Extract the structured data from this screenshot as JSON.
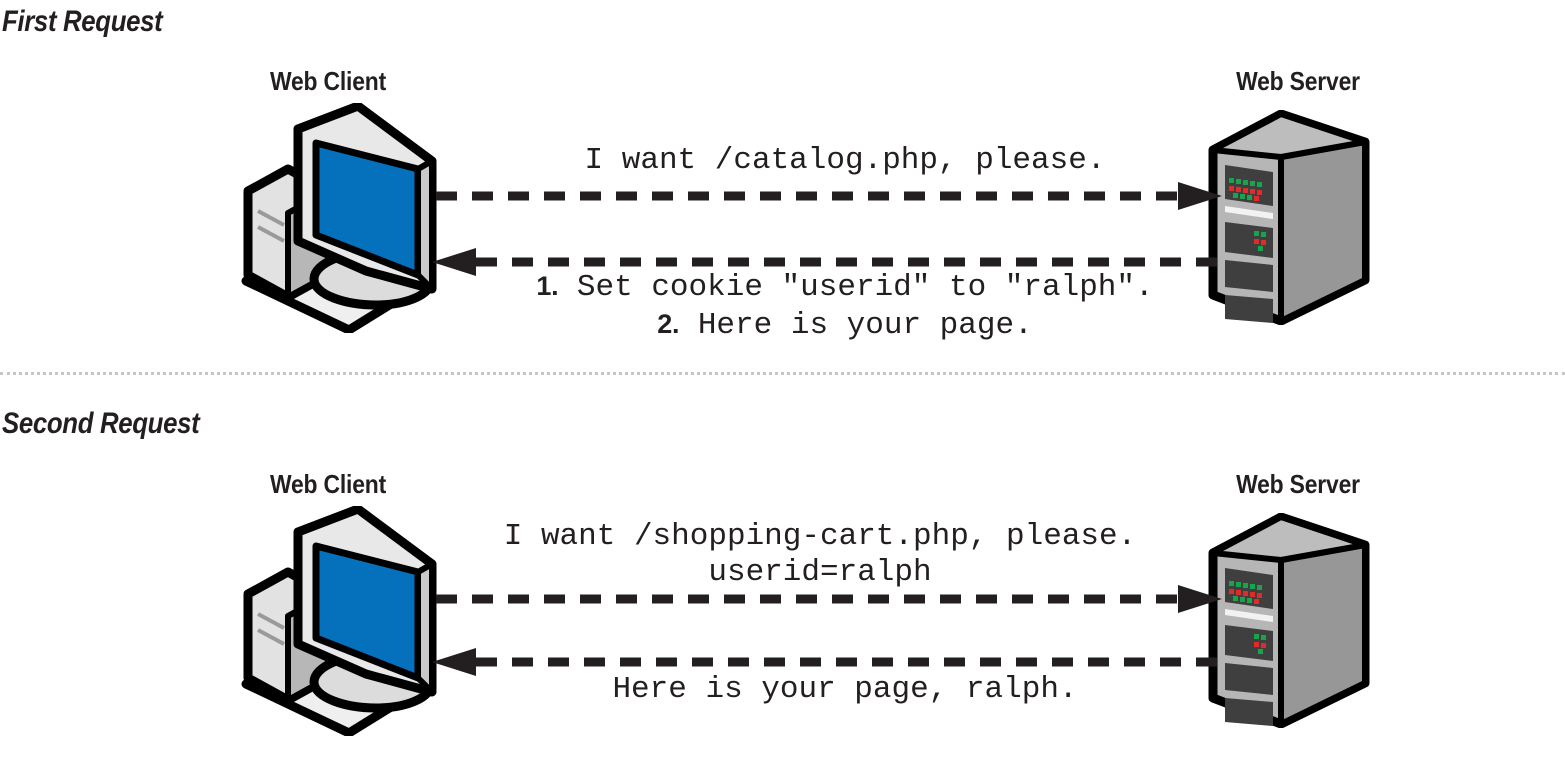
{
  "diagram": {
    "title_visible": false,
    "colors": {
      "ink": "#231f20",
      "screen_blue": "#0571bc",
      "server_front": "#b6b6b6",
      "server_side": "#969696",
      "server_bay": "#3f3f3f",
      "led_red": "#e02b2b",
      "led_green": "#17a44a",
      "divider": "#c6c6c6",
      "case_light": "#e8e8e8",
      "case_mid": "#cfcfcf",
      "case_dark": "#a9a9a9"
    }
  },
  "sections": [
    {
      "id": "first",
      "heading": "First Request",
      "client_label": "Web Client",
      "server_label": "Web Server",
      "request": {
        "lines": [
          "I want /catalog.php, please."
        ],
        "direction": "client-to-server"
      },
      "response": {
        "lines": [
          {
            "num": "1.",
            "text": " Set cookie \"userid\" to \"ralph\"."
          },
          {
            "num": "2.",
            "text": " Here is your page."
          }
        ],
        "direction": "server-to-client"
      }
    },
    {
      "id": "second",
      "heading": "Second Request",
      "client_label": "Web Client",
      "server_label": "Web Server",
      "request": {
        "lines": [
          "I want /shopping-cart.php, please.",
          "userid=ralph"
        ],
        "direction": "client-to-server"
      },
      "response": {
        "lines": [
          {
            "num": "",
            "text": "Here is your page, ralph."
          }
        ],
        "direction": "server-to-client"
      }
    }
  ]
}
